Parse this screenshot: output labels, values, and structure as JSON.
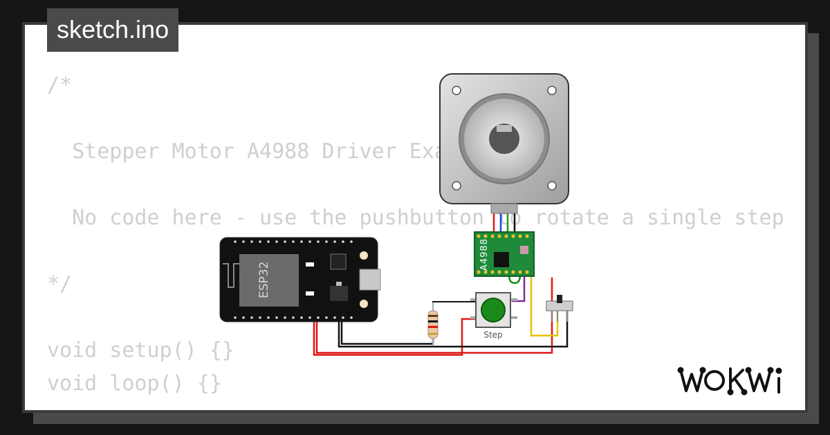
{
  "title": "sketch.ino",
  "code_lines": [
    "/*",
    "",
    "  Stepper Motor A4988 Driver Exa",
    "",
    "  No code here - use the pushbutton to rotate a single step",
    "",
    "*/",
    "",
    "void setup() {}",
    "void loop() {}"
  ],
  "components": {
    "board_label": "ESP32",
    "driver_label": "A4988",
    "button_label": "Step"
  },
  "logo_text": "WOKWi",
  "colors": {
    "background": "#151515",
    "card": "#ffffff",
    "tab": "#4a4a4a",
    "code_text": "#cfcfcf",
    "driver_pcb": "#1f8a3a",
    "button_cap": "#1b8a1b",
    "wire_red": "#e01515",
    "wire_black": "#111111",
    "wire_yellow": "#e6c200",
    "wire_purple": "#7a2a9a"
  }
}
